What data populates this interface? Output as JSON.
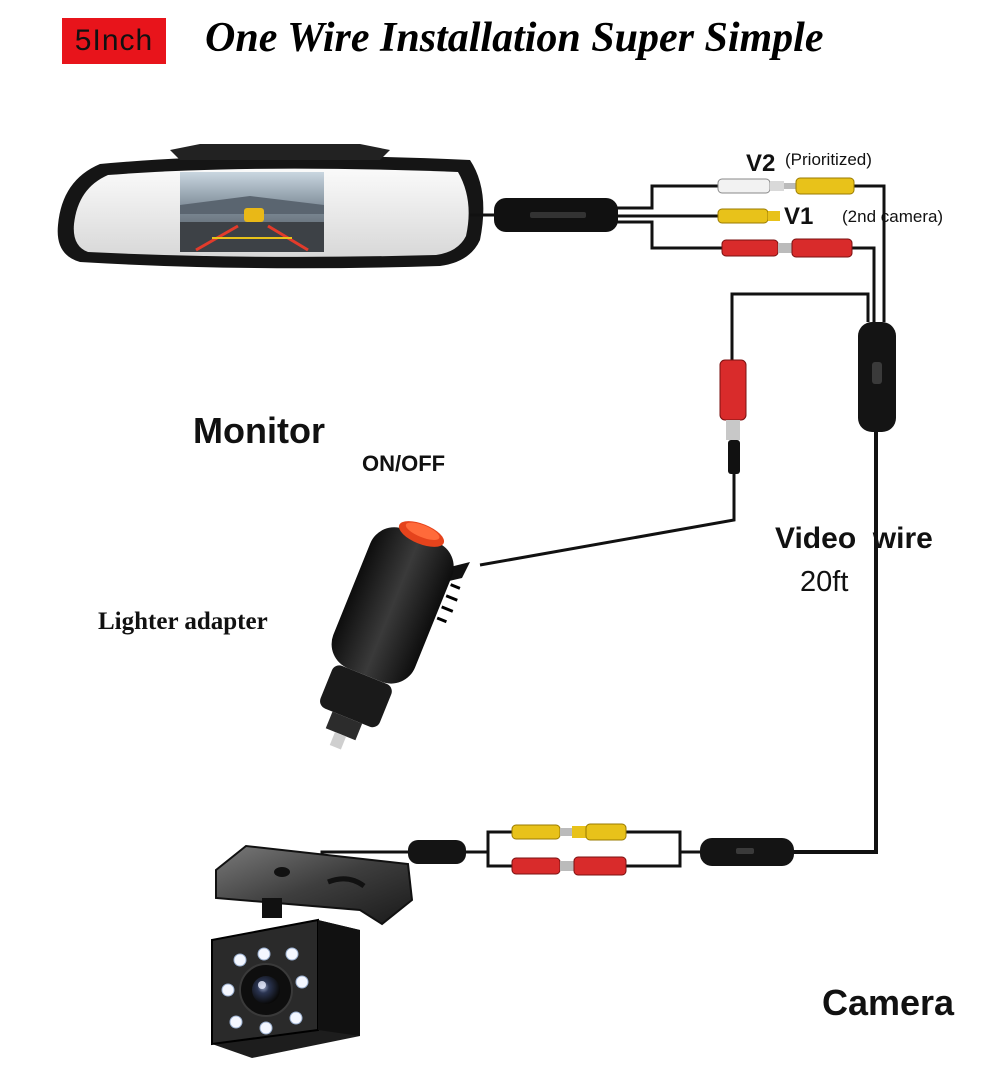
{
  "header": {
    "size_badge": "5Inch",
    "title": "One Wire Installation Super Simple"
  },
  "labels": {
    "v2": "V2",
    "v2_note": "(Prioritized)",
    "v1": "V1",
    "v1_note": "(2nd camera)",
    "monitor": "Monitor",
    "on_off": "ON/OFF",
    "lighter_adapter": "Lighter adapter",
    "video_wire": "Video  wire",
    "video_wire_length": "20ft",
    "camera": "Camera"
  },
  "colors": {
    "badge_red": "#e8141b",
    "rca_yellow": "#e8c21a",
    "rca_red": "#d92b2b",
    "rca_white": "#f2f2f2",
    "led_white": "#f4f7ff",
    "body_dark": "#1d1d1d"
  }
}
